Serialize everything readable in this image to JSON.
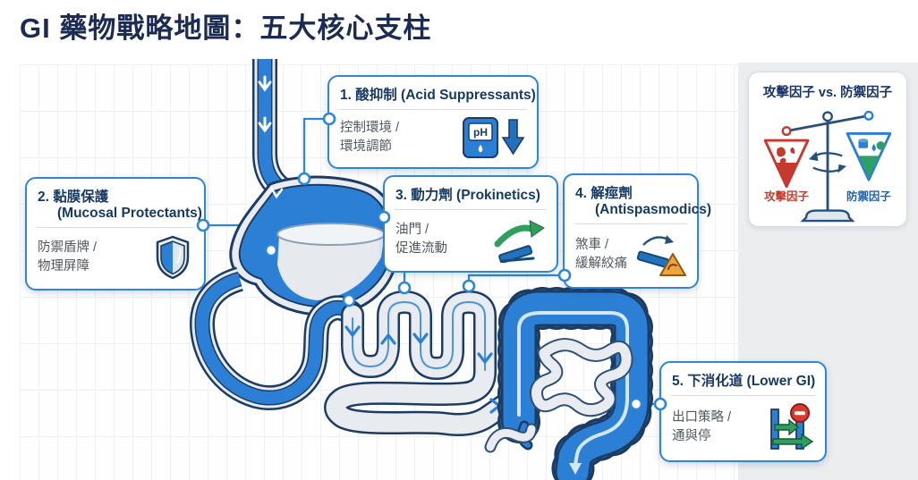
{
  "page": {
    "title": "GI 藥物戰略地圖：五大核心支柱"
  },
  "pillars": [
    {
      "num_title": "1. 酸抑制 (Acid Suppressants)",
      "desc_line1": "控制環境 /",
      "desc_line2": "環境調節",
      "icon": "ph-meter-down-arrow",
      "icon_label": "pH"
    },
    {
      "num_title": "2. 黏膜保護",
      "num_title_line2": "(Mucosal Protectants)",
      "desc_line1": "防禦盾牌 /",
      "desc_line2": "物理屏障",
      "icon": "shield"
    },
    {
      "num_title": "3. 動力劑 (Prokinetics)",
      "desc_line1": "油門 /",
      "desc_line2": "促進流動",
      "icon": "accelerator-green-arrow"
    },
    {
      "num_title": "4. 解痙劑",
      "num_title_line2": "(Antispasmodics)",
      "desc_line1": "煞車 /",
      "desc_line2": "緩解絞痛",
      "icon": "brake-warning-triangle"
    },
    {
      "num_title": "5. 下消化道 (Lower GI)",
      "desc_line1": "出口策略 /",
      "desc_line2": "通與停",
      "icon": "gate-stop-sign"
    }
  ],
  "balance_panel": {
    "title": "攻擊因子 vs. 防禦因子",
    "left_label": "攻擊因子",
    "right_label": "防禦因子"
  },
  "colors": {
    "accent_blue": "#2b7fd4",
    "outline_navy": "#1d3c63",
    "title_navy": "#1b2b52",
    "attack_red": "#c43a2e",
    "defense_green": "#2e9e6b",
    "warning_orange": "#f2a33c",
    "stop_red": "#d63b2f",
    "prokinetic_green": "#2f9e5f",
    "tube_wall_gray": "#e8ebef"
  }
}
